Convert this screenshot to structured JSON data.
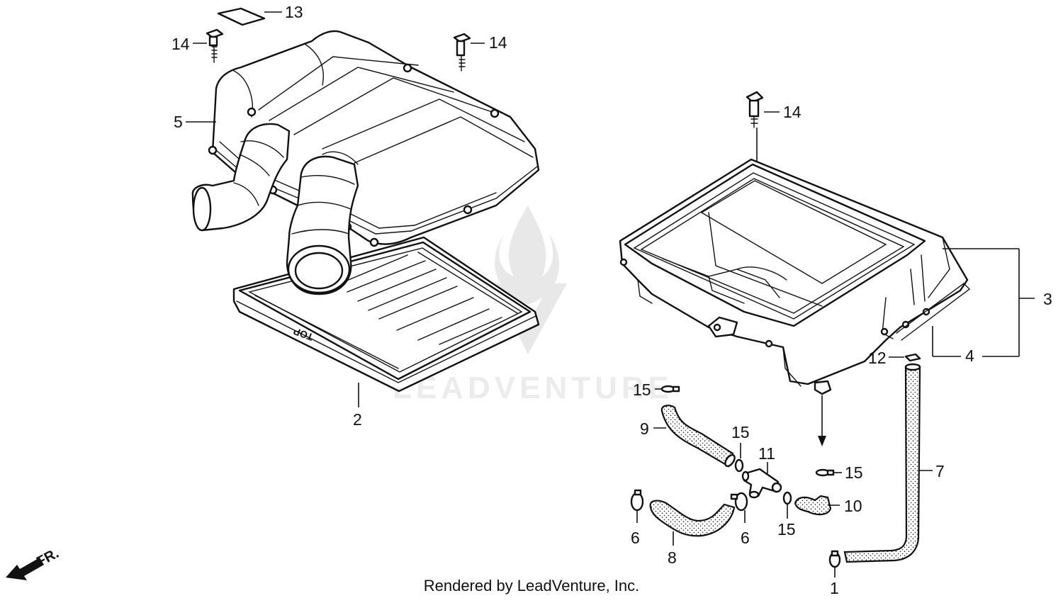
{
  "watermark": {
    "brand": "LEADVENTURE"
  },
  "footer": {
    "credit": "Rendered by LeadVenture, Inc."
  },
  "direction_marker": {
    "label": "FR."
  },
  "filter_marking": {
    "text": "TOP"
  },
  "callouts": {
    "c13": "13",
    "c14a": "14",
    "c14b": "14",
    "c14c": "14",
    "c5": "5",
    "c2": "2",
    "c3": "3",
    "c4": "4",
    "c12": "12",
    "c15a": "15",
    "c15b": "15",
    "c15c": "15",
    "c15d": "15",
    "c9": "9",
    "c11": "11",
    "c10": "10",
    "c7": "7",
    "c6a": "6",
    "c6b": "6",
    "c8": "8",
    "c1": "1"
  }
}
